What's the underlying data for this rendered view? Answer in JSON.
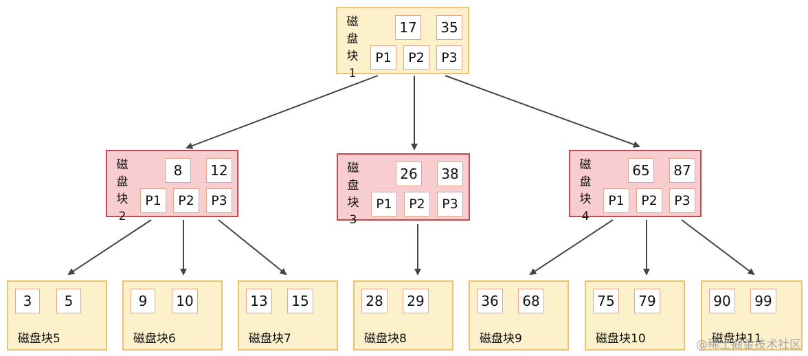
{
  "root": {
    "label": "磁\n盘\n块\n1",
    "keys": [
      "17",
      "35"
    ],
    "pointers": [
      "P1",
      "P2",
      "P3"
    ]
  },
  "internal": [
    {
      "label": "磁\n盘\n块\n2",
      "keys": [
        "8",
        "12"
      ],
      "pointers": [
        "P1",
        "P2",
        "P3"
      ]
    },
    {
      "label": "磁\n盘\n块\n3",
      "keys": [
        "26",
        "38"
      ],
      "pointers": [
        "P1",
        "P2",
        "P3"
      ]
    },
    {
      "label": "磁\n盘\n块\n4",
      "keys": [
        "65",
        "87"
      ],
      "pointers": [
        "P1",
        "P2",
        "P3"
      ]
    }
  ],
  "leaves": [
    {
      "keys": [
        "3",
        "5"
      ],
      "label": "磁盘块5"
    },
    {
      "keys": [
        "9",
        "10"
      ],
      "label": "磁盘块6"
    },
    {
      "keys": [
        "13",
        "15"
      ],
      "label": "磁盘块7"
    },
    {
      "keys": [
        "28",
        "29"
      ],
      "label": "磁盘块8"
    },
    {
      "keys": [
        "36",
        "68"
      ],
      "label": "磁盘块9"
    },
    {
      "keys": [
        "75",
        "79"
      ],
      "label": "磁盘块10"
    },
    {
      "keys": [
        "90",
        "99"
      ],
      "label": "磁盘块11"
    }
  ],
  "watermark": "@稀土掘金技术社区",
  "colors": {
    "root_fill": "#fdf1cc",
    "internal_fill": "#f7cdcf",
    "leaf_fill": "#fdf1cc",
    "arrow": "#444444"
  }
}
